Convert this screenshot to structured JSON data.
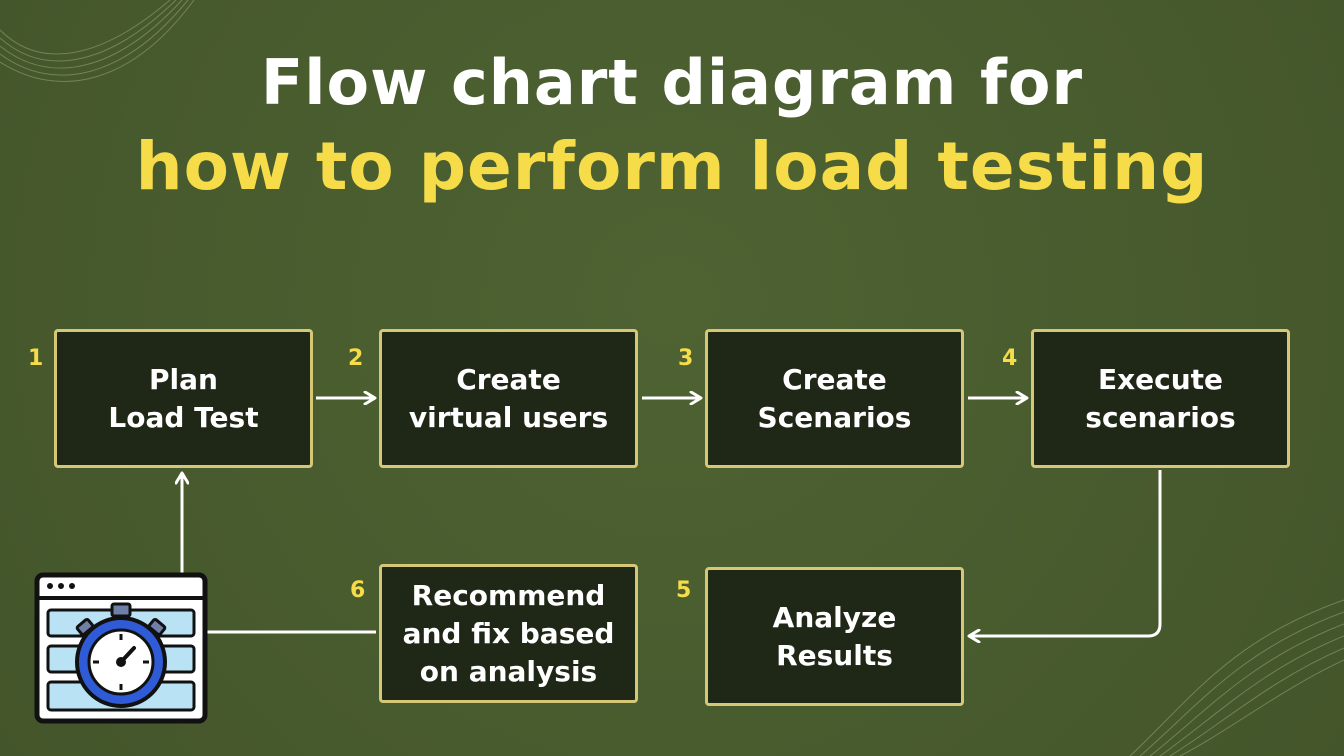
{
  "title": {
    "line1": "Flow chart diagram for",
    "line2": "how to perform load testing"
  },
  "steps": [
    {
      "number": "1",
      "label": "Plan\nLoad Test"
    },
    {
      "number": "2",
      "label": "Create\nvirtual users"
    },
    {
      "number": "3",
      "label": "Create\nScenarios"
    },
    {
      "number": "4",
      "label": "Execute\nscenarios"
    },
    {
      "number": "5",
      "label": "Analyze\nResults"
    },
    {
      "number": "6",
      "label": "Recommend\nand fix based\non analysis"
    }
  ],
  "icon": {
    "name": "stopwatch-browser-icon"
  },
  "colors": {
    "background": "#4a5d2f",
    "box_fill": "#1f2716",
    "box_border": "#d6c777",
    "accent_yellow": "#f7dc4a",
    "text_white": "#ffffff"
  }
}
